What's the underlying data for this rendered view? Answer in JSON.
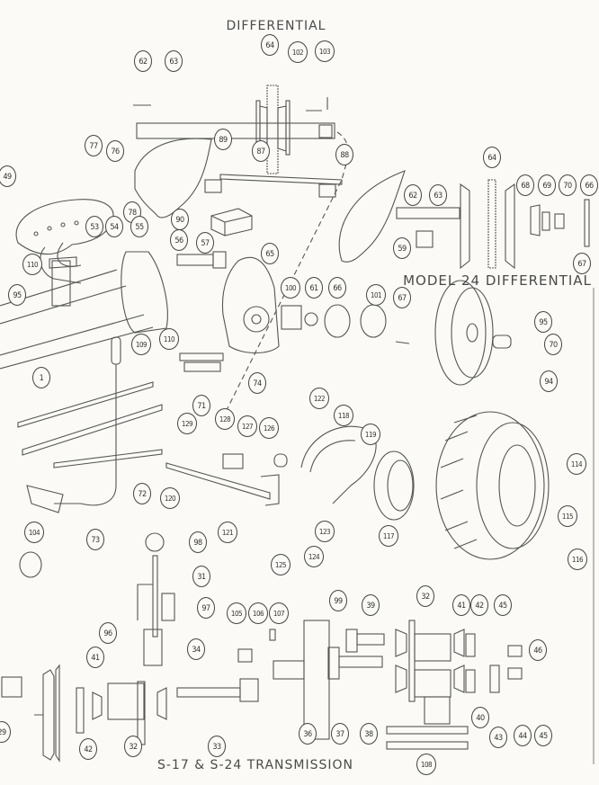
{
  "titles": {
    "differential": "DIFFERENTIAL",
    "model24": "MODEL 24 DIFFERENTIAL",
    "transmission": "S-17 & S-24 TRANSMISSION"
  },
  "callouts": {
    "differential": [
      "62",
      "63",
      "64",
      "102",
      "103"
    ],
    "model24": [
      "64",
      "62",
      "63",
      "68",
      "69",
      "70",
      "66",
      "59",
      "67"
    ],
    "chassis": [
      "77",
      "76",
      "89",
      "87",
      "88",
      "49",
      "78",
      "53",
      "54",
      "55",
      "90",
      "56",
      "57",
      "65",
      "110",
      "95",
      "110",
      "100",
      "61",
      "66",
      "101",
      "67",
      "95",
      "70",
      "94",
      "109",
      "1",
      "74"
    ],
    "steering_and_wheel": [
      "71",
      "122",
      "118",
      "119",
      "129",
      "128",
      "127",
      "126",
      "72",
      "120",
      "121",
      "123",
      "117",
      "114",
      "115",
      "116",
      "104",
      "73",
      "98",
      "124",
      "125"
    ],
    "transmission": [
      "31",
      "99",
      "97",
      "39",
      "32",
      "41",
      "42",
      "45",
      "105",
      "106",
      "107",
      "96",
      "46",
      "41",
      "34",
      "29",
      "42",
      "32",
      "33",
      "36",
      "37",
      "38",
      "40",
      "43",
      "44",
      "45",
      "108"
    ]
  }
}
